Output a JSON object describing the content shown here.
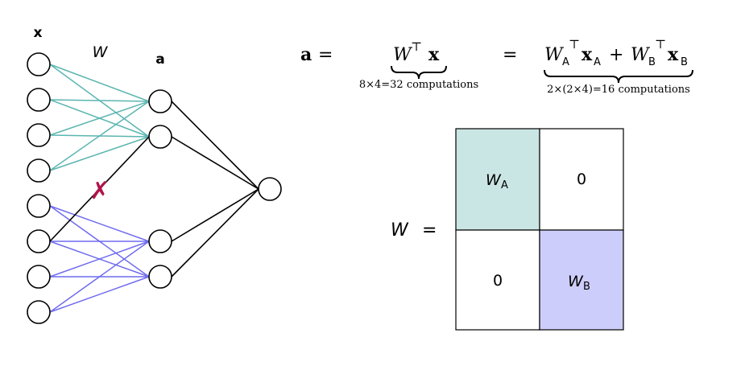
{
  "network": {
    "input_label": "x",
    "weight_label": "W",
    "hidden_label": "a",
    "input_count": 8,
    "hidden_groups": [
      2,
      2
    ],
    "output_count": 1,
    "cut_mark": "✗",
    "colors": {
      "group_a": "#5bb5b0",
      "group_b": "#6f6bef",
      "cut": "#b0144b",
      "node_stroke": "#000000"
    }
  },
  "equation": {
    "lhs": "a",
    "eq1": "=",
    "term1": {
      "W": "W",
      "sup": "⊤",
      "x": "x"
    },
    "note1": "8×4=32 computations",
    "eq2": "=",
    "term2": {
      "WA": "W",
      "subA": "A",
      "sup": "⊤",
      "xA": "x",
      "subxA": "A",
      "plus": "+",
      "WB": "W",
      "subB": "B",
      "xB": "x",
      "subxB": "B"
    },
    "note2": "2×(2×4)=16 computations"
  },
  "matrix": {
    "lhs": "W",
    "eq": "=",
    "cells": {
      "top_left": {
        "main": "W",
        "sub": "A"
      },
      "top_right": "0",
      "bottom_left": "0",
      "bottom_right": {
        "main": "W",
        "sub": "B"
      }
    },
    "colors": {
      "block_a": "#cae6e4",
      "block_b": "#cdcdfb"
    }
  }
}
